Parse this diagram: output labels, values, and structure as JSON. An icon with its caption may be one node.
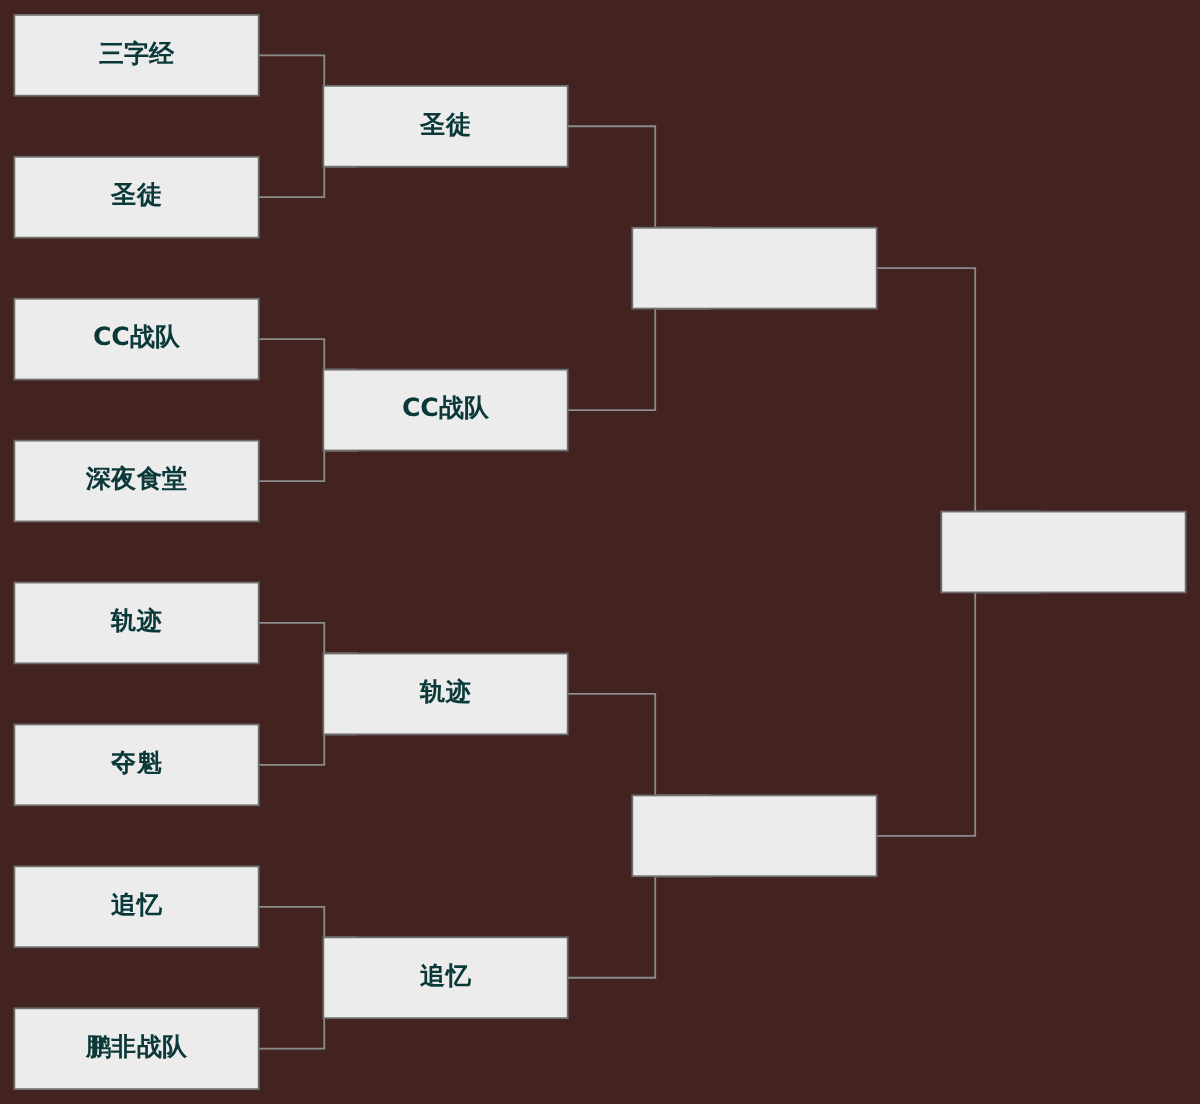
{
  "diagram": {
    "nodes": [
      {
        "text": [
          "三字经"
        ]
      },
      {
        "text": [
          "圣徒"
        ]
      },
      {
        "text": [
          "CC战队"
        ]
      },
      {
        "text": [
          "深夜食堂"
        ]
      },
      {
        "text": [
          "轨迹"
        ]
      },
      {
        "text": [
          "夺魁"
        ]
      },
      {
        "text": [
          "追忆"
        ]
      },
      {
        "text": [
          "鹏非战队"
        ]
      },
      {
        "text": [
          "圣徒"
        ]
      },
      {
        "text": [
          "CC战队"
        ]
      },
      {
        "text": [
          "轨迹"
        ]
      },
      {
        "text": [
          "追忆"
        ]
      },
      {
        "text": [],
        "shape": "box"
      },
      {
        "text": [],
        "shape": "box"
      },
      {
        "text": [],
        "shape": "box"
      }
    ],
    "edges": [
      {
        "from": 0,
        "to": 8,
        "arrow": "none"
      },
      {
        "from": 1,
        "to": 8,
        "arrow": "none"
      },
      {
        "from": 2,
        "to": 9,
        "arrow": "none"
      },
      {
        "from": 3,
        "to": 9,
        "arrow": "none"
      },
      {
        "from": 4,
        "to": 10,
        "arrow": "none"
      },
      {
        "from": 5,
        "to": 10,
        "arrow": "none"
      },
      {
        "from": 6,
        "to": 11,
        "arrow": "none"
      },
      {
        "from": 7,
        "to": 11,
        "arrow": "none"
      },
      {
        "from": 8,
        "to": 12,
        "arrow": "none"
      },
      {
        "from": 9,
        "to": 12,
        "arrow": "none"
      },
      {
        "from": 10,
        "to": 13,
        "arrow": "none"
      },
      {
        "from": 11,
        "to": 13,
        "arrow": "none"
      },
      {
        "from": 12,
        "to": 14,
        "arrow": "none"
      },
      {
        "from": 13,
        "to": 14,
        "arrow": "none"
      }
    ]
  }
}
